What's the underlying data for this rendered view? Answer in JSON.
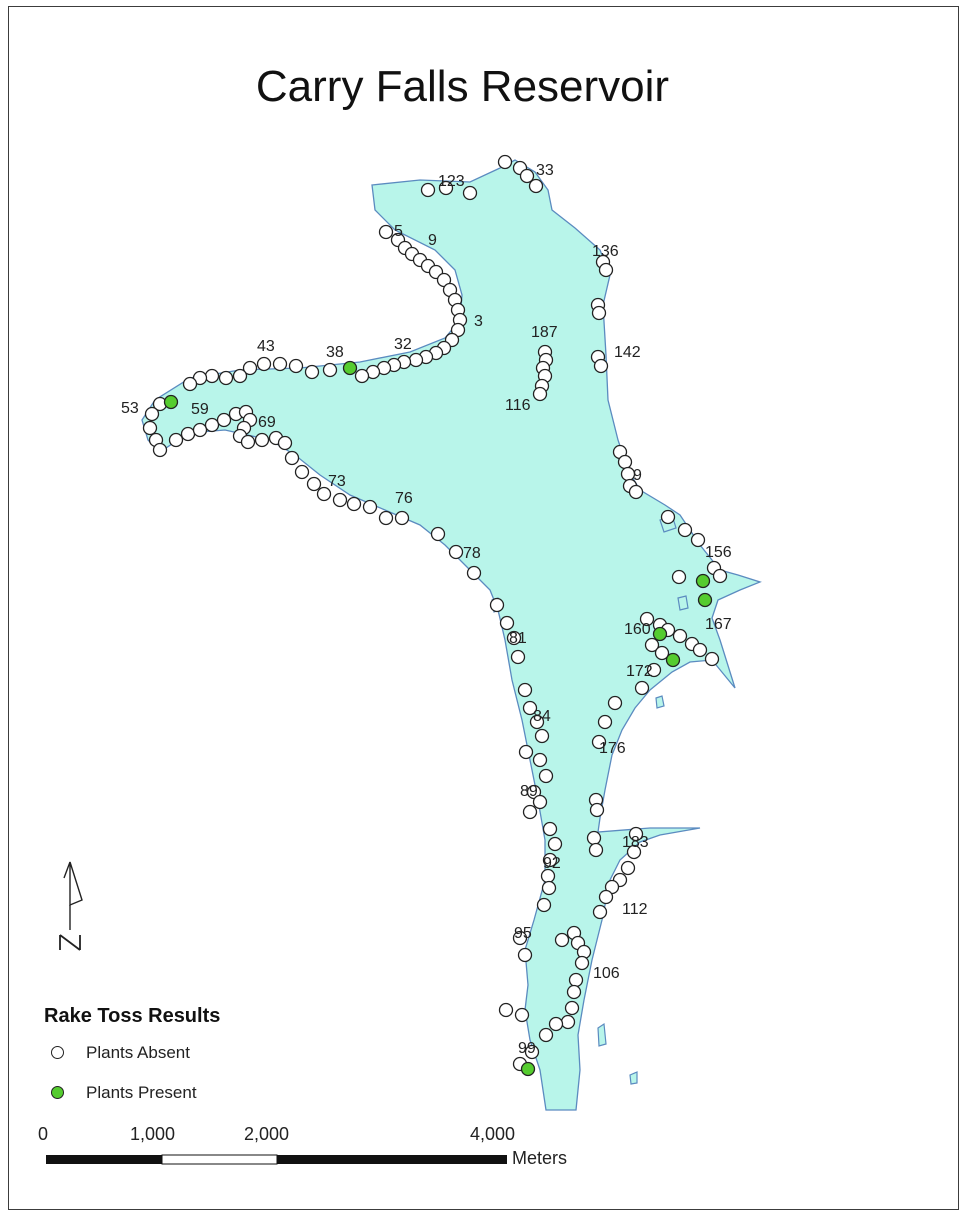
{
  "title": "Carry Falls Reservoir",
  "colors": {
    "water": "#b8f5ea",
    "shoreline": "#5b8bc0",
    "absent": "#ffffff",
    "present": "#55cc2f",
    "outline": "#222222"
  },
  "station_labels": [
    "123",
    "33",
    "5",
    "9",
    "136",
    "3",
    "187",
    "142",
    "43",
    "38",
    "32",
    "116",
    "53",
    "59",
    "69",
    "73",
    "76",
    "9",
    "78",
    "156",
    "160",
    "167",
    "81",
    "172",
    "84",
    "176",
    "89",
    "183",
    "92",
    "112",
    "95",
    "106",
    "99"
  ],
  "legend": {
    "title": "Rake Toss Results",
    "items": [
      {
        "label": "Plants Absent",
        "symbol": "open-circle-icon"
      },
      {
        "label": "Plants Present",
        "symbol": "green-circle-icon"
      }
    ]
  },
  "north_arrow": {
    "label": "N"
  },
  "scale_bar": {
    "ticks": [
      "0",
      "1,000",
      "2,000",
      "4,000"
    ],
    "unit": "Meters"
  }
}
